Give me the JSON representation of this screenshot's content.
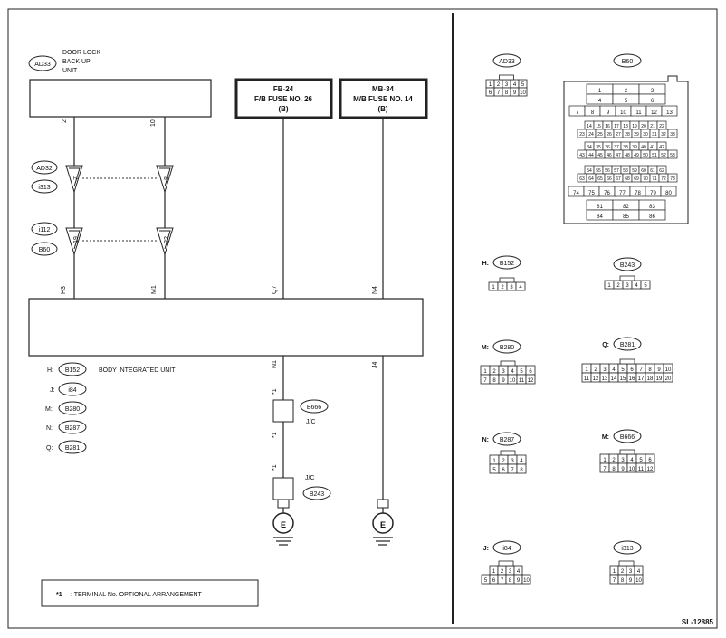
{
  "diagram_id": "SL-12885",
  "door_lock_unit": {
    "connector": "AD33",
    "title_lines": [
      "DOOR LOCK",
      "BACK UP",
      "UNIT"
    ],
    "pin_left": "2",
    "pin_right": "10"
  },
  "relay_connectors": {
    "upper": [
      "AD32",
      "i313"
    ],
    "upper_pins": [
      "7",
      "8"
    ],
    "lower": [
      "i112",
      "B60"
    ],
    "lower_pins": [
      "19",
      "32"
    ]
  },
  "fuses": [
    {
      "lines": [
        "FB-24",
        "F/B FUSE NO. 26",
        "(B)"
      ]
    },
    {
      "lines": [
        "MB-34",
        "M/B FUSE NO. 14",
        "(B)"
      ]
    }
  ],
  "body_unit": {
    "label": "BODY INTEGRATED UNIT",
    "top_pins": [
      "H3",
      "M1",
      "Q7",
      "N4"
    ],
    "bottom_pins": [
      "N1",
      "J4"
    ],
    "connector_map": [
      {
        "key": "H:",
        "code": "B152"
      },
      {
        "key": "J:",
        "code": "i84"
      },
      {
        "key": "M:",
        "code": "B280"
      },
      {
        "key": "N:",
        "code": "B287"
      },
      {
        "key": "Q:",
        "code": "B281"
      }
    ]
  },
  "joints": [
    {
      "star": "*1",
      "code": "B666",
      "label": "J/C"
    },
    {
      "star": "*1",
      "code": "B243",
      "label": "J/C"
    }
  ],
  "ground_label": "E",
  "note": {
    "star": "*1",
    "text": ": TERMINAL No. OPTIONAL ARRANGEMENT"
  },
  "connector_views": {
    "AD33": {
      "code": "AD33",
      "rows": [
        [
          "1",
          "2",
          "3",
          "4",
          "5"
        ],
        [
          "6",
          "7",
          "8",
          "9",
          "10"
        ]
      ]
    },
    "B60": {
      "code": "B60",
      "rows": [
        [
          "1",
          "2",
          "3"
        ],
        [
          "4",
          "5",
          "6"
        ],
        [
          "7",
          "8",
          "9",
          "10",
          "11",
          "12",
          "13"
        ],
        [
          "14",
          "15",
          "16",
          "17",
          "18",
          "19",
          "20",
          "21",
          "22"
        ],
        [
          "23",
          "24",
          "25",
          "26",
          "27",
          "28",
          "29",
          "30",
          "31",
          "32",
          "33"
        ],
        [
          "34",
          "35",
          "36",
          "37",
          "38",
          "39",
          "40",
          "41",
          "42"
        ],
        [
          "43",
          "44",
          "45",
          "46",
          "47",
          "48",
          "49",
          "50",
          "51",
          "52",
          "53"
        ],
        [
          "54",
          "55",
          "56",
          "57",
          "58",
          "59",
          "60",
          "61",
          "62"
        ],
        [
          "63",
          "64",
          "65",
          "66",
          "67",
          "68",
          "69",
          "70",
          "71",
          "72",
          "73"
        ],
        [
          "74",
          "75",
          "76",
          "77",
          "78",
          "79",
          "80"
        ],
        [
          "81",
          "82",
          "83"
        ],
        [
          "84",
          "85",
          "86"
        ]
      ]
    },
    "B152": {
      "prefix": "H:",
      "code": "B152",
      "rows": [
        [
          "1",
          "2",
          "3",
          "4"
        ]
      ]
    },
    "B243": {
      "code": "B243",
      "rows": [
        [
          "1",
          "2",
          "3",
          "4",
          "5"
        ]
      ]
    },
    "B280": {
      "prefix": "M:",
      "code": "B280",
      "rows": [
        [
          "1",
          "2",
          "3",
          "4",
          "5",
          "6"
        ],
        [
          "7",
          "8",
          "9",
          "10",
          "11",
          "12"
        ]
      ]
    },
    "B281": {
      "prefix": "Q:",
      "code": "B281",
      "rows": [
        [
          "1",
          "2",
          "3",
          "4",
          "5",
          "6",
          "7",
          "8",
          "9",
          "10"
        ],
        [
          "11",
          "12",
          "13",
          "14",
          "15",
          "16",
          "17",
          "18",
          "19",
          "20"
        ]
      ]
    },
    "B287": {
      "prefix": "N:",
      "code": "B287",
      "rows": [
        [
          "1",
          "2",
          "3",
          "4"
        ],
        [
          "5",
          "6",
          "7",
          "8"
        ]
      ]
    },
    "B666": {
      "prefix": "M:",
      "code": "B666",
      "rows": [
        [
          "1",
          "2",
          "3",
          "4",
          "5",
          "6"
        ],
        [
          "7",
          "8",
          "9",
          "10",
          "11",
          "12"
        ]
      ]
    },
    "i84": {
      "prefix": "J:",
      "code": "i84",
      "rows": [
        [
          "1",
          "2",
          "3",
          "4"
        ],
        [
          "5",
          "6",
          "7",
          "8",
          "9",
          "10"
        ]
      ]
    },
    "i313": {
      "code": "i313",
      "rows": [
        [
          "1",
          "2",
          "3",
          "4"
        ],
        [
          "7",
          "8",
          "9",
          "10"
        ]
      ]
    }
  }
}
